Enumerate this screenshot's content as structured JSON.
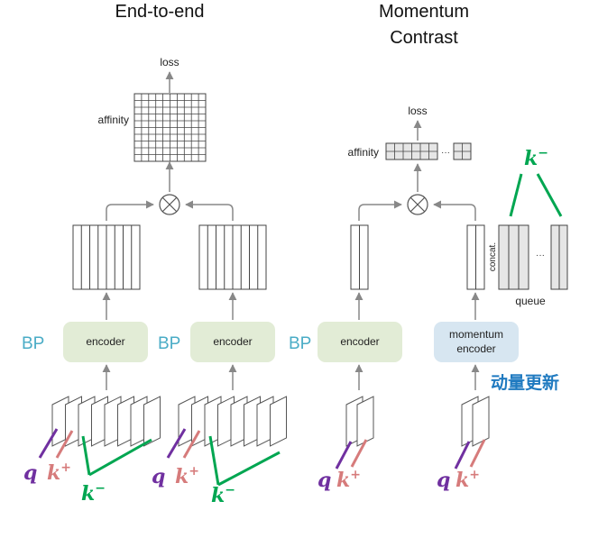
{
  "left_panel": {
    "title": "End-to-end",
    "loss_label": "loss",
    "affinity_label": "affinity",
    "bp_label_1": "BP",
    "bp_label_2": "BP",
    "encoder_1_label": "encoder",
    "encoder_2_label": "encoder",
    "q_label": "q",
    "k_plus_label": "k",
    "k_minus_label_1": "k",
    "q_label_2": "q",
    "k_plus_label_2": "k",
    "k_minus_label_2": "k",
    "plus_sup": "+",
    "minus_sup": "−"
  },
  "right_panel": {
    "title_line1": "Momentum",
    "title_line2": "Contrast",
    "loss_label": "loss",
    "affinity_label": "affinity",
    "ellipsis_affinity": "···",
    "bp_label": "BP",
    "encoder_label": "encoder",
    "momentum_encoder_line1": "momentum",
    "momentum_encoder_line2": "encoder",
    "concat_label": "concat.",
    "queue_label": "queue",
    "queue_ellipsis": "···",
    "k_minus_top_label": "k",
    "momentum_update_label": "动量更新",
    "q_label": "q",
    "k_plus_label": "k",
    "q_label_2": "q",
    "k_plus_label_2": "k",
    "plus_sup": "+",
    "minus_sup": "−"
  },
  "colors": {
    "encoder_fill": "#e2ecd6",
    "momentum_encoder_fill": "#d7e6f1",
    "bp_text": "#4aacc6",
    "q_color": "#7030a0",
    "k_plus_color": "#d67b7b",
    "k_minus_color": "#00a651",
    "update_text": "#1f7ac0",
    "line_color": "#555555",
    "arrow_color": "#888888",
    "queue_fill": "#e6e6e6",
    "affinity_cell_fill": "#e6e6e6"
  }
}
